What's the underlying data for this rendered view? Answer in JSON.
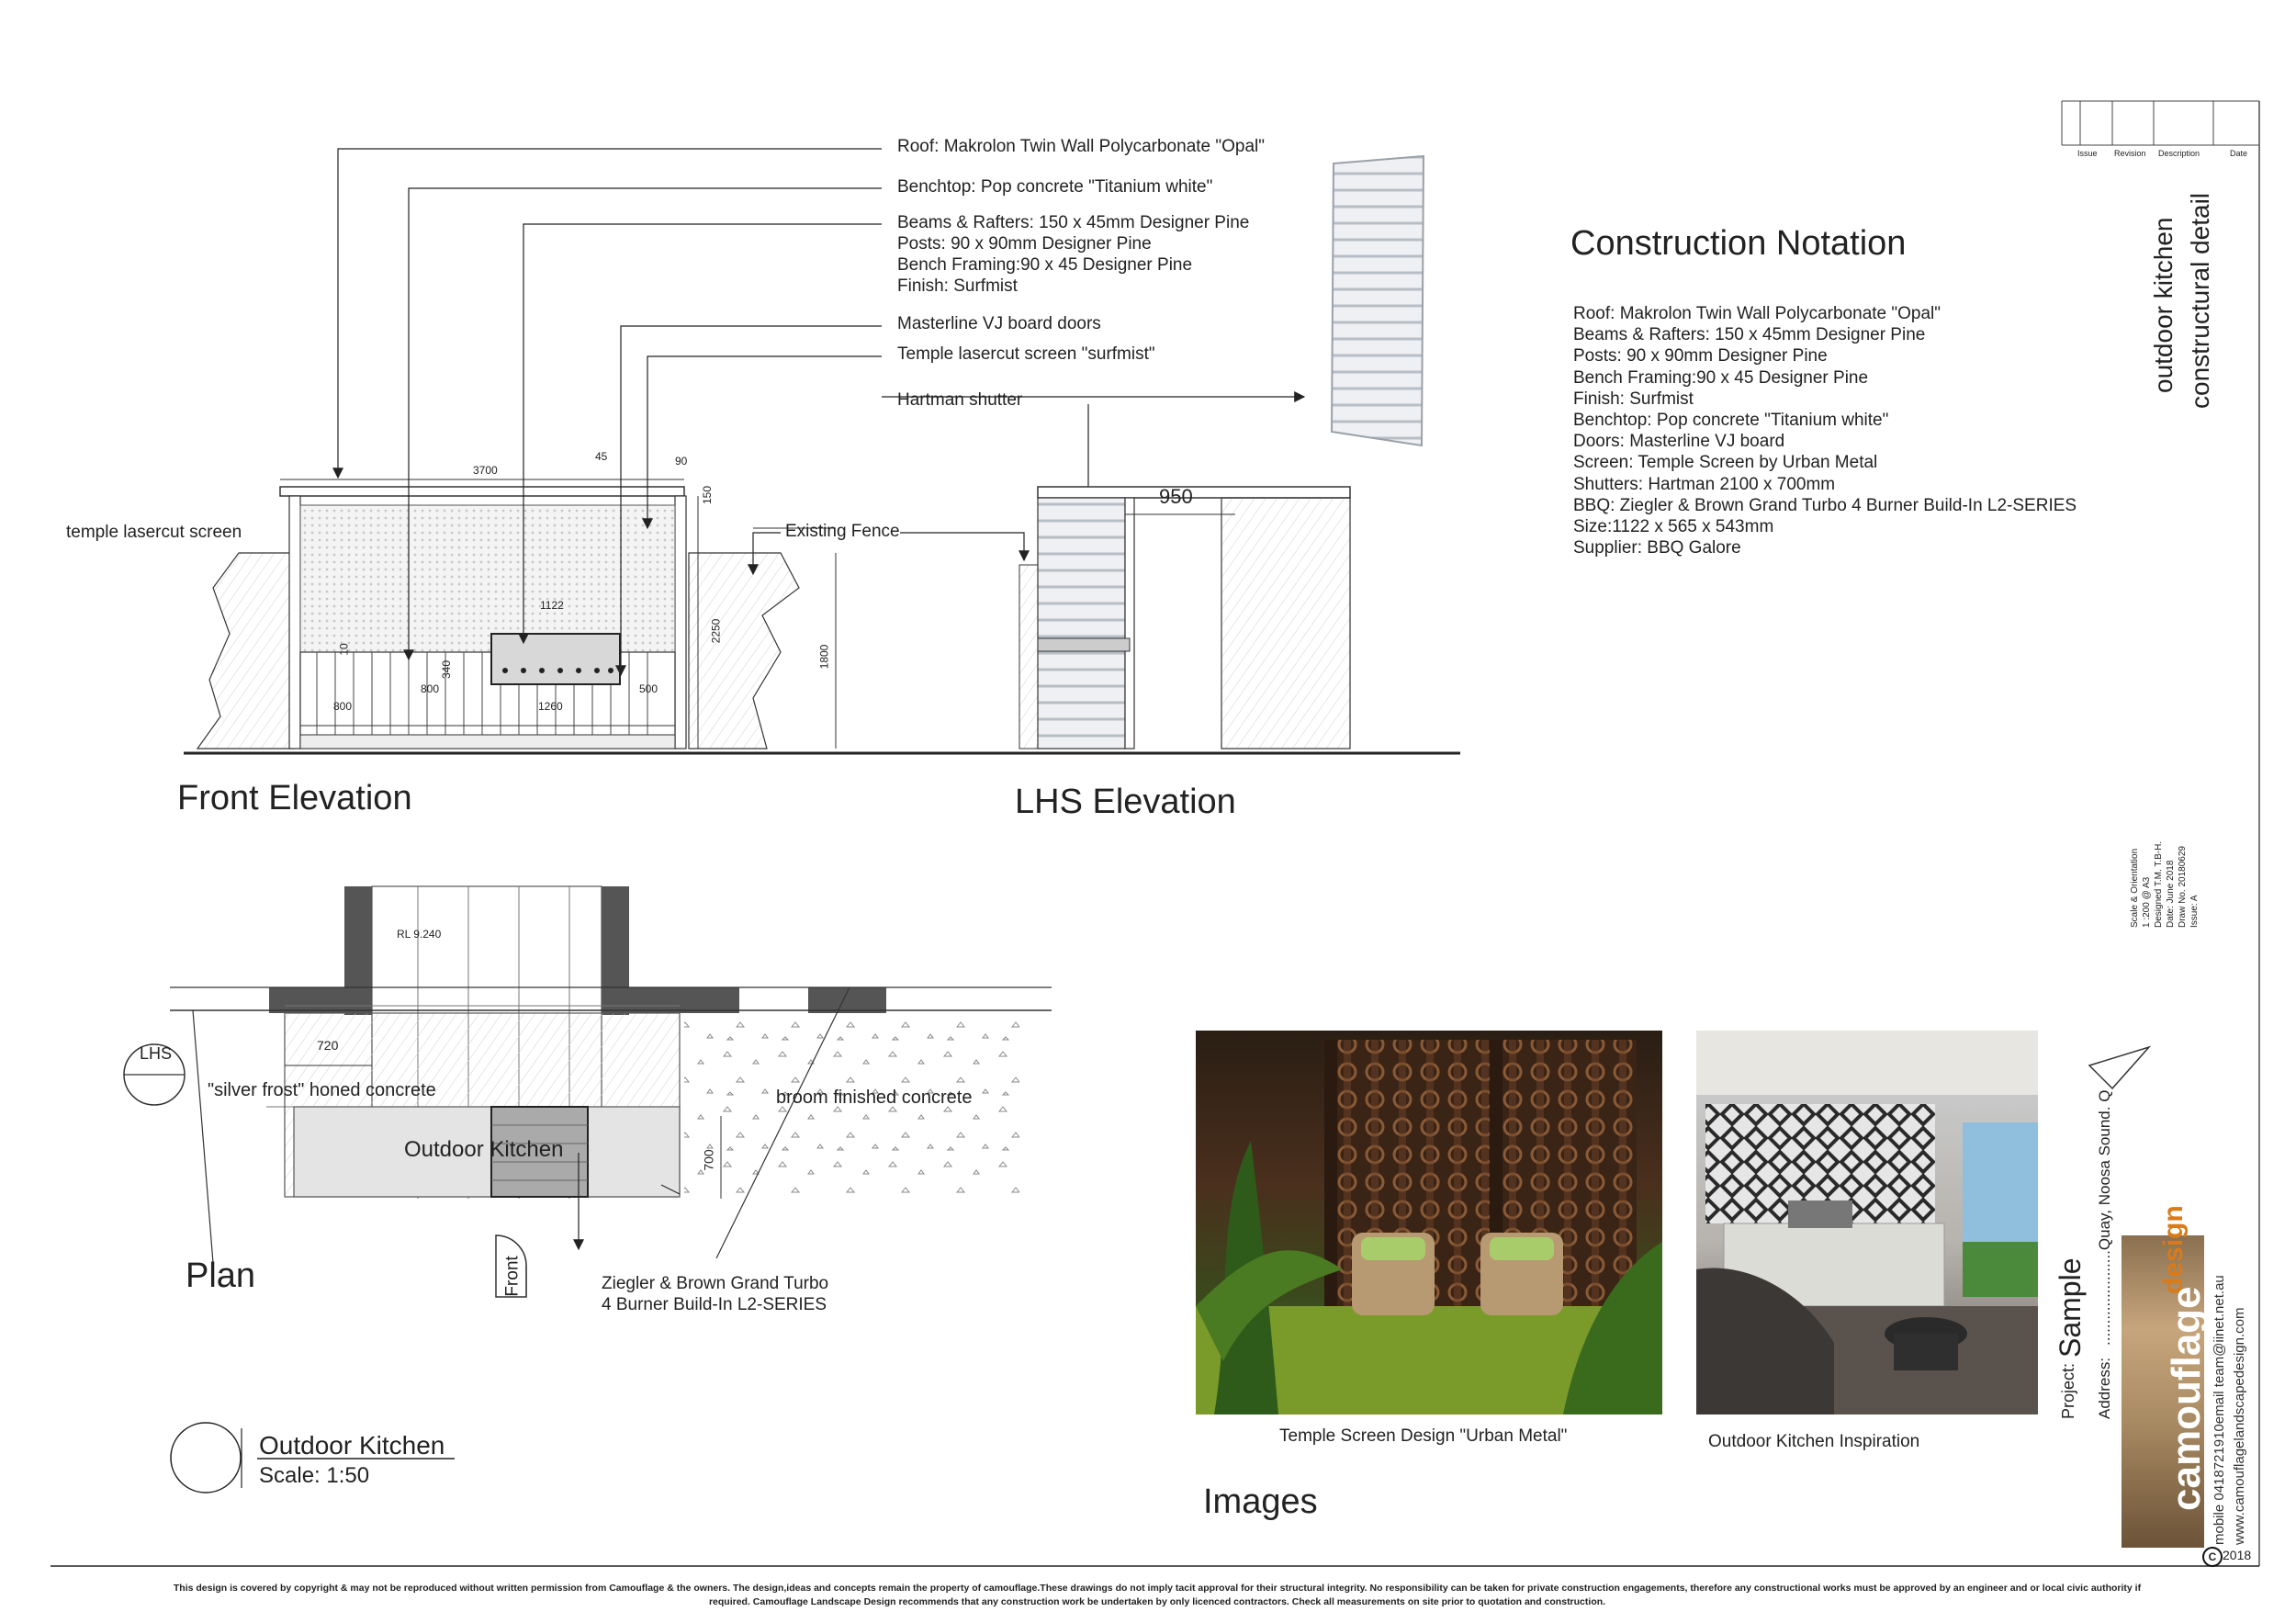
{
  "front_elevation": {
    "title": "Front Elevation",
    "callouts": [
      "Roof: Makrolon Twin Wall Polycarbonate \"Opal\"",
      "Benchtop: Pop concrete \"Titanium white\"",
      "Beams & Rafters: 150 x 45mm Designer Pine",
      "Posts: 90 x 90mm Designer Pine",
      "Bench Framing:90 x 45 Designer Pine",
      "Finish: Surfmist",
      "Masterline VJ board doors",
      "Temple lasercut screen \"surfmist\"",
      "Hartman shutter"
    ],
    "labels": {
      "temple_screen": "temple  lasercut screen",
      "existing_fence": "Existing Fence"
    },
    "dims": {
      "d3700": "3700",
      "d45": "45",
      "d90": "90",
      "d150": "150",
      "d2250": "2250",
      "d1800": "1800",
      "d1122": "1122",
      "d340": "340",
      "d800a": "800",
      "d800b": "800",
      "d1260": "1260",
      "d500": "500",
      "d10": "10"
    }
  },
  "lhs_elevation": {
    "title": "LHS Elevation",
    "dim": "950"
  },
  "construction_notation": {
    "title": "Construction Notation",
    "lines": [
      "Roof: Makrolon Twin Wall Polycarbonate \"Opal\"",
      "Beams & Rafters: 150 x 45mm Designer Pine",
      "Posts: 90 x 90mm Designer Pine",
      "Bench Framing:90 x 45 Designer Pine",
      "Finish: Surfmist",
      "Benchtop: Pop concrete \"Titanium white\"",
      "Doors: Masterline VJ board",
      "Screen: Temple Screen by Urban Metal",
      "Shutters: Hartman 2100 x 700mm",
      "BBQ: Ziegler & Brown Grand Turbo 4 Burner Build-In L2-SERIES",
      "Size:1122 x 565 x 543mm",
      "Supplier: BBQ Galore"
    ]
  },
  "plan": {
    "title": "Plan",
    "rl": "RL 9.240",
    "lhs_tag": "LHS",
    "front_tag": "Front",
    "dim720": "720",
    "dim700": "700",
    "silver_frost": "\"silver frost\" honed concrete",
    "broom": "broom finished concrete",
    "kitchen": "Outdoor Kitchen",
    "bbq_note_1": "Ziegler & Brown Grand Turbo",
    "bbq_note_2": "4 Burner Build-In L2-SERIES"
  },
  "legend": {
    "title": "Outdoor Kitchen",
    "scale": "Scale: 1:50"
  },
  "images": {
    "title": "Images",
    "caption1": "Temple Screen Design \"Urban Metal\"",
    "caption2": "Outdoor Kitchen Inspiration"
  },
  "title_block": {
    "revision_headers": [
      "Issue",
      "Revision",
      "Description",
      "Date"
    ],
    "drawing_title_1": "outdoor kitchen",
    "drawing_title_2": "constructural detail",
    "details": [
      "Scale & Orientation",
      "1 :200 @ A3",
      "Designed   T.M. T.B-H.",
      "Date:        June 2018",
      "Draw No.   20180629",
      "Issue:       A"
    ],
    "project_label": "Project:",
    "project_name": "Sample",
    "address_label": "Address:",
    "address_value": "......................Quay, Noosa Sound. Q",
    "logo_top": "design",
    "logo_main": "camouflage",
    "contact1": "mobile  0418721910email  team@iinet.net.au",
    "contact2": "www.camouflagelandscapedesign.com",
    "copyright_year": "2018",
    "copyright_symbol": "C"
  },
  "disclaimer": {
    "line1": "This design is covered by copyright & may not be reproduced without written permission from Camouflage & the owners. The design,ideas and concepts remain the property of camouflage.These drawings do not imply tacit approval for their structural integrity. No responsibility  can be taken for private construction engagements, therefore any constructional works must be approved by an engineer and or local civic authority if",
    "line2": "required. Camouflage Landscape Design  recommends that any construction work be undertaken by only licenced contractors. Check all measurements on site prior to quotation and construction."
  }
}
